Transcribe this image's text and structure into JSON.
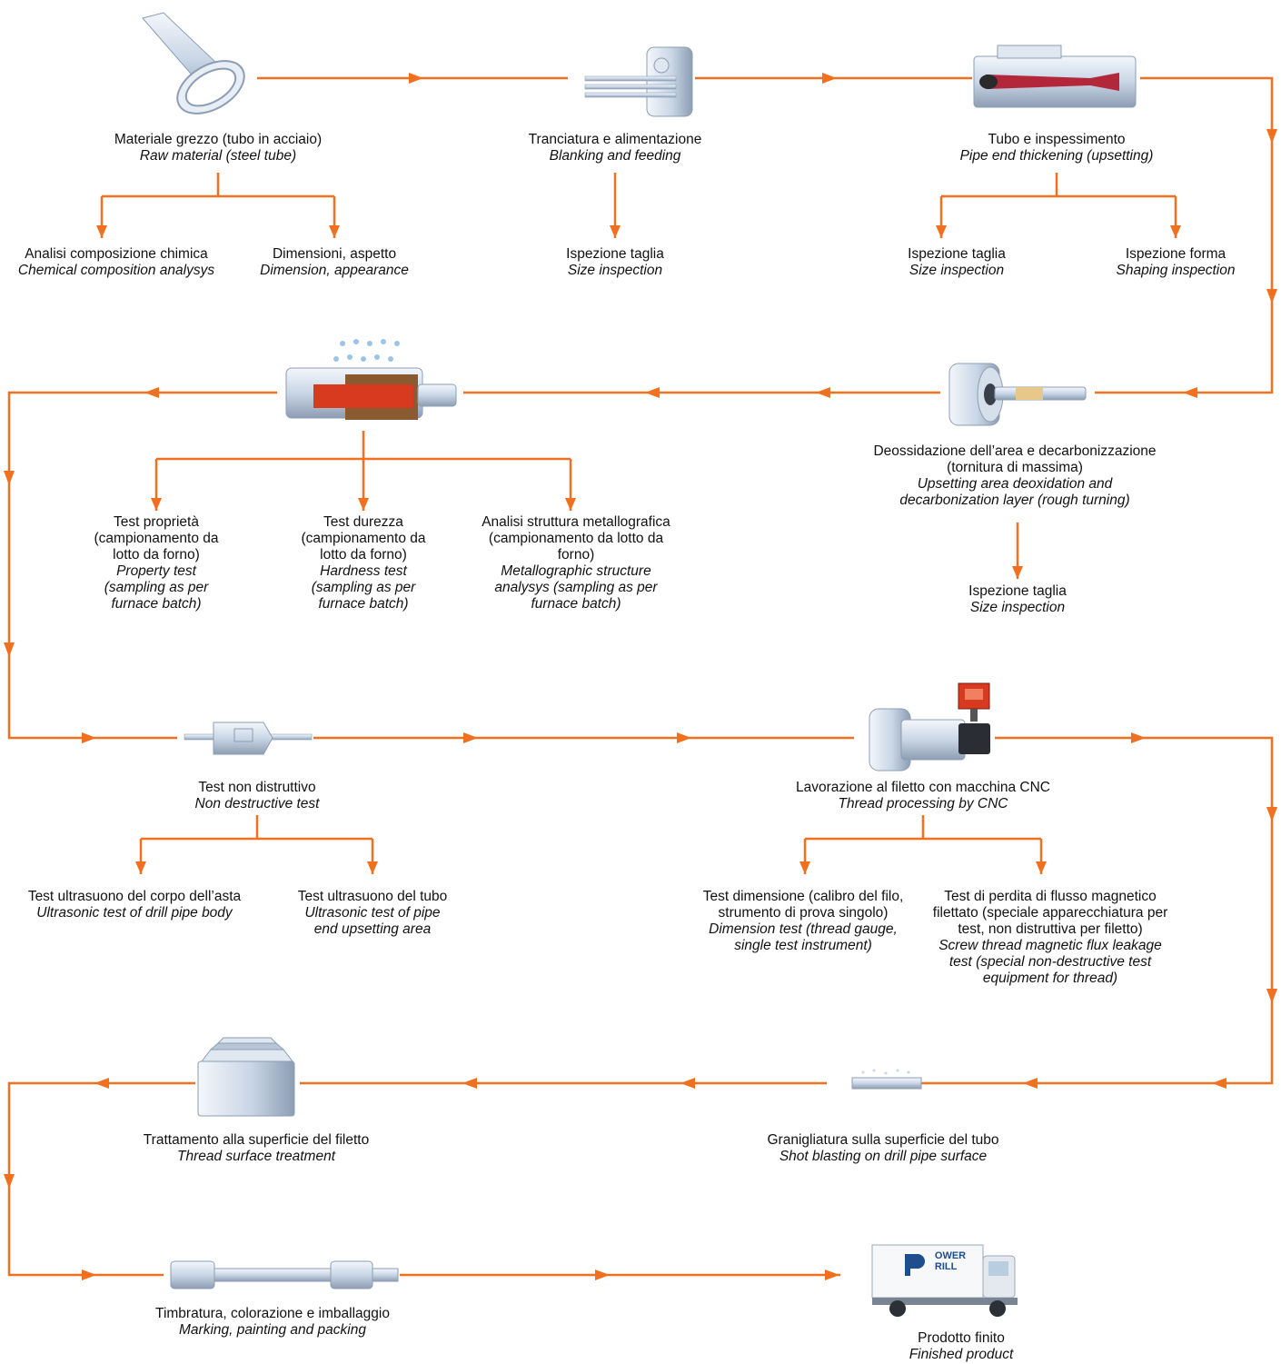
{
  "colors": {
    "arrow": "#f07020",
    "accent_red": "#d83a20",
    "metal": "#c9d6e6",
    "metal_dark": "#8d9db3"
  },
  "icons": {
    "raw_material": "steel-tube-icon",
    "blanking": "blanking-machine-icon",
    "upsetting": "upsetting-press-icon",
    "heat_treatment": "heat-treatment-icon",
    "rough_turning": "rough-turning-icon",
    "ndt": "ndt-icon",
    "cnc": "cnc-threading-icon",
    "shot_blasting": "shot-blasting-icon",
    "thread_surface": "thread-surface-icon",
    "marking": "drill-pipe-icon",
    "finished": "delivery-truck-icon"
  },
  "steps": {
    "raw_material": {
      "it": "Materiale grezzo (tubo in acciaio)",
      "en": "Raw material (steel tube)"
    },
    "chem": {
      "it": "Analisi composizione chimica",
      "en": "Chemical composition analysys"
    },
    "dim": {
      "it": "Dimensioni, aspetto",
      "en": "Dimension, appearance"
    },
    "blanking": {
      "it": "Tranciatura e alimentazione",
      "en": "Blanking and feeding"
    },
    "blanking_size": {
      "it": "Ispezione taglia",
      "en": "Size inspection"
    },
    "upsetting": {
      "it": "Tubo e inspessimento",
      "en": "Pipe end thickening (upsetting)"
    },
    "upset_size": {
      "it": "Ispezione taglia",
      "en": "Size inspection"
    },
    "upset_shape": {
      "it": "Ispezione forma",
      "en": "Shaping inspection"
    },
    "deox": {
      "it1": "Deossidazione dell’area e decarbonizzazione",
      "it2": "(tornitura di massima)",
      "en1": "Upsetting area deoxidation and",
      "en2": "decarbonization layer (rough turning)"
    },
    "deox_size": {
      "it": "Ispezione taglia",
      "en": "Size inspection"
    },
    "prop": {
      "it1": "Test proprietà",
      "it2": "(campionamento da",
      "it3": "lotto da forno)",
      "en1": "Property test",
      "en2": "(sampling as per",
      "en3": "furnace batch)"
    },
    "hard": {
      "it1": "Test durezza",
      "it2": "(campionamento da",
      "it3": "lotto da forno)",
      "en1": "Hardness test",
      "en2": "(sampling as per",
      "en3": "furnace batch)"
    },
    "metal": {
      "it1": "Analisi struttura metallografica",
      "it2": "(campionamento da lotto da",
      "it3": "forno)",
      "en1": "Metallographic structure",
      "en2": "analysys (sampling as per",
      "en3": "furnace batch)"
    },
    "ndt": {
      "it": "Test non distruttivo",
      "en": "Non destructive test"
    },
    "ut_body": {
      "it": "Test ultrasuono del corpo dell’asta",
      "en": "Ultrasonic test of drill pipe body"
    },
    "ut_tube": {
      "it": "Test ultrasuono del tubo",
      "en1": "Ultrasonic test of pipe",
      "en2": "end upsetting area"
    },
    "cnc": {
      "it": "Lavorazione al filetto con macchina CNC",
      "en": "Thread processing by CNC"
    },
    "dimtest": {
      "it1": "Test dimensione (calibro del filo,",
      "it2": "strumento di prova singolo)",
      "en1": "Dimension test (thread gauge,",
      "en2": "single test instrument)"
    },
    "flux": {
      "it1": "Test di perdita di flusso magnetico",
      "it2": "filettato (speciale apparecchiatura per",
      "it3": "test, non distruttiva per filetto)",
      "en1": "Screw thread magnetic flux leakage",
      "en2": "test (special non-destructive test",
      "en3": "equipment for thread)"
    },
    "shot": {
      "it": "Granigliatura sulla superficie del tubo",
      "en": "Shot blasting on drill pipe surface"
    },
    "thread_surface": {
      "it": "Trattamento alla superficie del filetto",
      "en": "Thread surface treatment"
    },
    "marking": {
      "it": "Timbratura, colorazione e imballaggio",
      "en": "Marking, painting and packing"
    },
    "finished": {
      "it": "Prodotto finito",
      "en": "Finished product"
    }
  },
  "logo": {
    "line1": "OWER",
    "line2": "RILL"
  }
}
